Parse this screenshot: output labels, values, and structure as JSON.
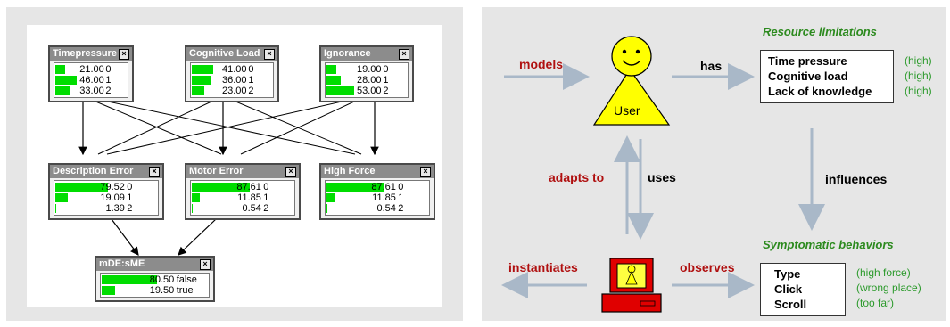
{
  "bayes_net": {
    "nodes": [
      {
        "id": "timepressure",
        "title": "Timepressure",
        "rows": [
          {
            "value": "21.00",
            "state": "0",
            "p": 0.21
          },
          {
            "value": "46.00",
            "state": "1",
            "p": 0.46
          },
          {
            "value": "33.00",
            "state": "2",
            "p": 0.33
          }
        ]
      },
      {
        "id": "cognitive-load",
        "title": "Cognitive Load",
        "rows": [
          {
            "value": "41.00",
            "state": "0",
            "p": 0.41
          },
          {
            "value": "36.00",
            "state": "1",
            "p": 0.36
          },
          {
            "value": "23.00",
            "state": "2",
            "p": 0.23
          }
        ]
      },
      {
        "id": "ignorance",
        "title": "Ignorance",
        "rows": [
          {
            "value": "19.00",
            "state": "0",
            "p": 0.19
          },
          {
            "value": "28.00",
            "state": "1",
            "p": 0.28
          },
          {
            "value": "53.00",
            "state": "2",
            "p": 0.53
          }
        ]
      },
      {
        "id": "description-error",
        "title": "Description Error",
        "rows": [
          {
            "value": "79.52",
            "state": "0",
            "p": 0.7952
          },
          {
            "value": "19.09",
            "state": "1",
            "p": 0.1909
          },
          {
            "value": "1.39",
            "state": "2",
            "p": 0.0139
          }
        ]
      },
      {
        "id": "motor-error",
        "title": "Motor Error",
        "rows": [
          {
            "value": "87.61",
            "state": "0",
            "p": 0.8761
          },
          {
            "value": "11.85",
            "state": "1",
            "p": 0.1185
          },
          {
            "value": "0.54",
            "state": "2",
            "p": 0.0054
          }
        ]
      },
      {
        "id": "high-force",
        "title": "High Force",
        "rows": [
          {
            "value": "87.61",
            "state": "0",
            "p": 0.8761
          },
          {
            "value": "11.85",
            "state": "1",
            "p": 0.1185
          },
          {
            "value": "0.54",
            "state": "2",
            "p": 0.0054
          }
        ]
      },
      {
        "id": "mde-sme",
        "title": "mDE:sME",
        "rows": [
          {
            "value": "80.50",
            "state": "false",
            "p": 0.805
          },
          {
            "value": "19.50",
            "state": "true",
            "p": 0.195
          }
        ]
      }
    ],
    "close_glyph": "×"
  },
  "concept": {
    "models_label": "models",
    "user_label": "User",
    "has_label": "has",
    "resource_title": "Resource limitations",
    "resource_items": [
      "Time pressure",
      "Cognitive load",
      "Lack of knowledge"
    ],
    "resource_levels": [
      "(high)",
      "(high)",
      "(high)"
    ],
    "adapts_label": "adapts to",
    "uses_label": "uses",
    "influences_label": "influences",
    "symptomatic_title": "Symptomatic behaviors",
    "behavior_items": [
      "Type",
      "Click",
      "Scroll"
    ],
    "behavior_notes": [
      "(high force)",
      "(wrong place)",
      "(too far)"
    ],
    "instantiates_label": "instantiates",
    "observes_label": "observes"
  }
}
